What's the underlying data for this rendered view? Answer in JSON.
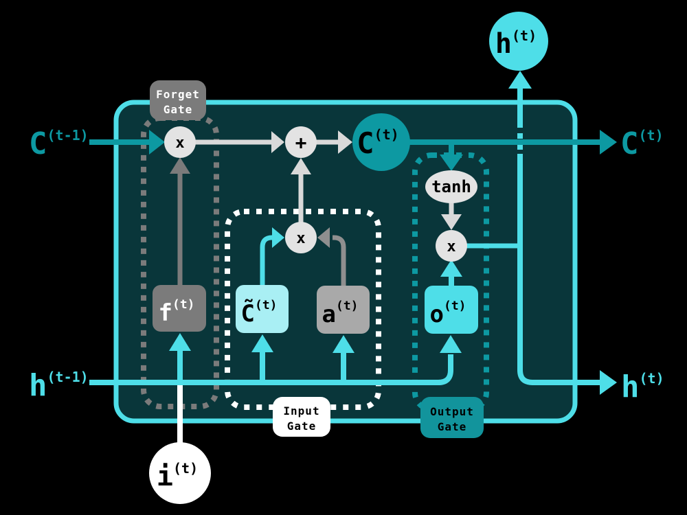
{
  "labels": {
    "cell_state_prev": {
      "base": "C",
      "sup": "(t-1)"
    },
    "hidden_prev": {
      "base": "h",
      "sup": "(t-1)"
    },
    "input_t": {
      "base": "i",
      "sup": "(t)"
    },
    "cell_state_out": {
      "base": "C",
      "sup": "(t)"
    },
    "hidden_out_right": {
      "base": "h",
      "sup": "(t)"
    },
    "hidden_out_top": {
      "base": "h",
      "sup": "(t)"
    }
  },
  "nodes": {
    "cell_state_node": {
      "base": "C",
      "sup": "(t)"
    },
    "forget_activation": {
      "base": "f",
      "sup": "(t)"
    },
    "candidate": {
      "base": "C̃",
      "sup": "(t)"
    },
    "input_activation": {
      "base": "a",
      "sup": "(t)"
    },
    "output_activation": {
      "base": "o",
      "sup": "(t)"
    },
    "tanh": "tanh",
    "multiply": "x",
    "add": "+"
  },
  "gates": {
    "forget": {
      "line1": "Forget",
      "line2": "Gate"
    },
    "input": {
      "line1": "Input",
      "line2": "Gate"
    },
    "output": {
      "line1": "Output",
      "line2": "Gate"
    }
  },
  "colors": {
    "background": "#000000",
    "cell_fill": "#09363A",
    "cell_border": "#4EDEE8",
    "bright_cyan": "#4EDEE8",
    "pale_cyan": "#A9EFF4",
    "dark_teal": "#0D99A2",
    "output_label_teal": "#12949C",
    "gray_dark": "#7B7B7B",
    "gray_mid": "#A9A9A9",
    "gray_arrow": "#8F8F8F",
    "gray_light": "#E3E3E3",
    "light_line": "#D9D9D9",
    "white": "#FFFFFF"
  }
}
